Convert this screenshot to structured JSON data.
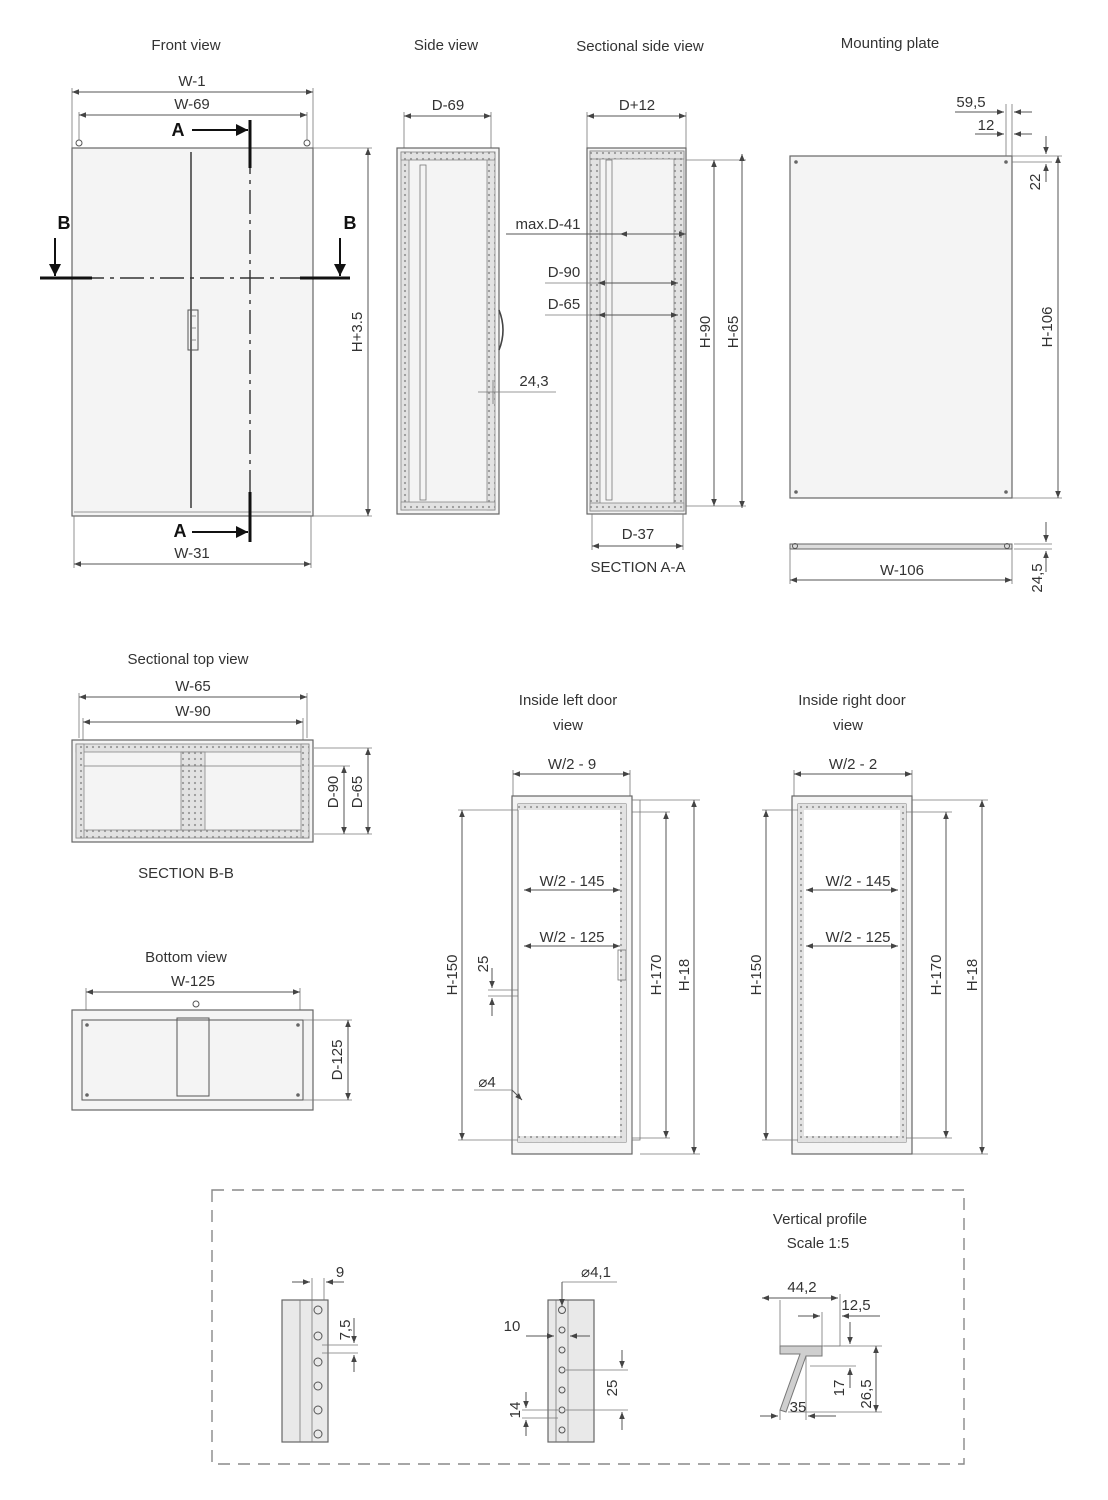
{
  "views": {
    "front": {
      "title": "Front view",
      "dims": {
        "w1": "W-1",
        "w69": "W-69",
        "w31": "W-31",
        "h": "H+3.5"
      },
      "markers": {
        "a": "A",
        "b": "B"
      }
    },
    "side": {
      "title": "Side view",
      "dims": {
        "d69": "D-69",
        "w243": "24,3"
      }
    },
    "sectional_side": {
      "title": "Sectional side view",
      "caption": "SECTION A-A",
      "dims": {
        "d12": "D+12",
        "d41": "max.D-41",
        "d90": "D-90",
        "d65": "D-65",
        "h90": "H-90",
        "h65": "H-65",
        "d37": "D-37"
      }
    },
    "mounting_plate": {
      "title": "Mounting plate",
      "dims": {
        "a595": "59,5",
        "a12": "12",
        "a22": "22",
        "h106": "H-106",
        "w106": "W-106",
        "a245": "24,5"
      }
    },
    "sectional_top": {
      "title": "Sectional top view",
      "caption": "SECTION B-B",
      "dims": {
        "w65": "W-65",
        "w90": "W-90",
        "d90": "D-90",
        "d65": "D-65"
      }
    },
    "bottom": {
      "title": "Bottom view",
      "dims": {
        "w125": "W-125",
        "d125": "D-125"
      }
    },
    "left_door": {
      "title_line1": "Inside left door",
      "title_line2": "view",
      "dims": {
        "w9": "W/2 - 9",
        "w145": "W/2 - 145",
        "w125": "W/2 - 125",
        "h150": "H-150",
        "a25": "25",
        "h170": "H-170",
        "h18": "H-18",
        "dia4": "⌀4"
      }
    },
    "right_door": {
      "title_line1": "Inside right door",
      "title_line2": "view",
      "dims": {
        "w2": "W/2 - 2",
        "w145": "W/2 - 145",
        "w125": "W/2 - 125",
        "h150": "H-150",
        "h170": "H-170",
        "h18": "H-18"
      }
    },
    "profile": {
      "title_line1": "Vertical profile",
      "title_line2": "Scale 1:5",
      "dims": {
        "a9": "9",
        "a75": "7,5",
        "dia41": "⌀4,1",
        "a10": "10",
        "a25": "25",
        "a14": "14",
        "a442": "44,2",
        "a125": "12,5",
        "a17": "17",
        "a265": "26,5",
        "a35": "35"
      }
    }
  }
}
